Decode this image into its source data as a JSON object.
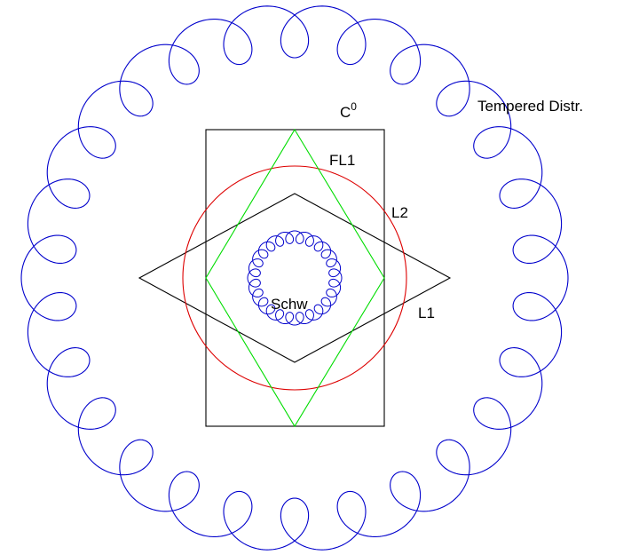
{
  "labels": {
    "c0_base": "C",
    "c0_sup": "0",
    "tempered": "Tempered Distr.",
    "fl1": "FL1",
    "l2": "L2",
    "l1": "L1",
    "schw": "Schw"
  },
  "colors": {
    "tempered_curve": "#0000cc",
    "schwartz_curve": "#0000cc",
    "l2_circle": "#dd0000",
    "fl1_diamond": "#00dd00",
    "c0_rect": "#000000",
    "l1_diamond": "#000000"
  }
}
